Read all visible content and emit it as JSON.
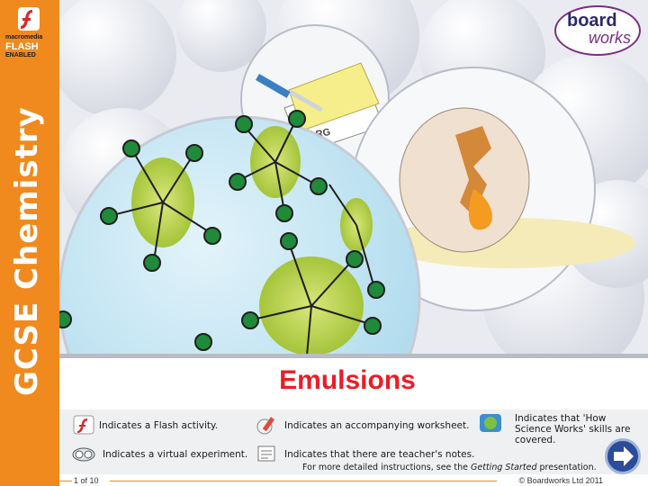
{
  "sidebar": {
    "flash_small": "macromedia",
    "flash_big": "FLASH",
    "flash_enabled": "ENABLED",
    "course_title": "GCSE Chemistry"
  },
  "logo": {
    "line1": "board",
    "line2": "works"
  },
  "hero": {
    "tub_label": "MARG"
  },
  "slide": {
    "title": "Emulsions"
  },
  "legend": {
    "flash": "Indicates a Flash activity.",
    "worksheet": "Indicates an accompanying worksheet.",
    "hsw": "Indicates that 'How Science Works' skills are covered.",
    "virtual": "Indicates a virtual experiment.",
    "teacher_notes": "Indicates that there are teacher's notes.",
    "instructions_prefix": "For more detailed instructions, see the ",
    "instructions_link": "Getting Started",
    "instructions_suffix": " presentation."
  },
  "footer": {
    "page": "1 of 10",
    "copyright": "© Boardworks Ltd 2011"
  },
  "colors": {
    "sidebar": "#f08a1e",
    "title": "#ed1c24",
    "droplet": "#a8c83a",
    "water": "#bfe3f2",
    "molecule": "#1f8a3a"
  }
}
